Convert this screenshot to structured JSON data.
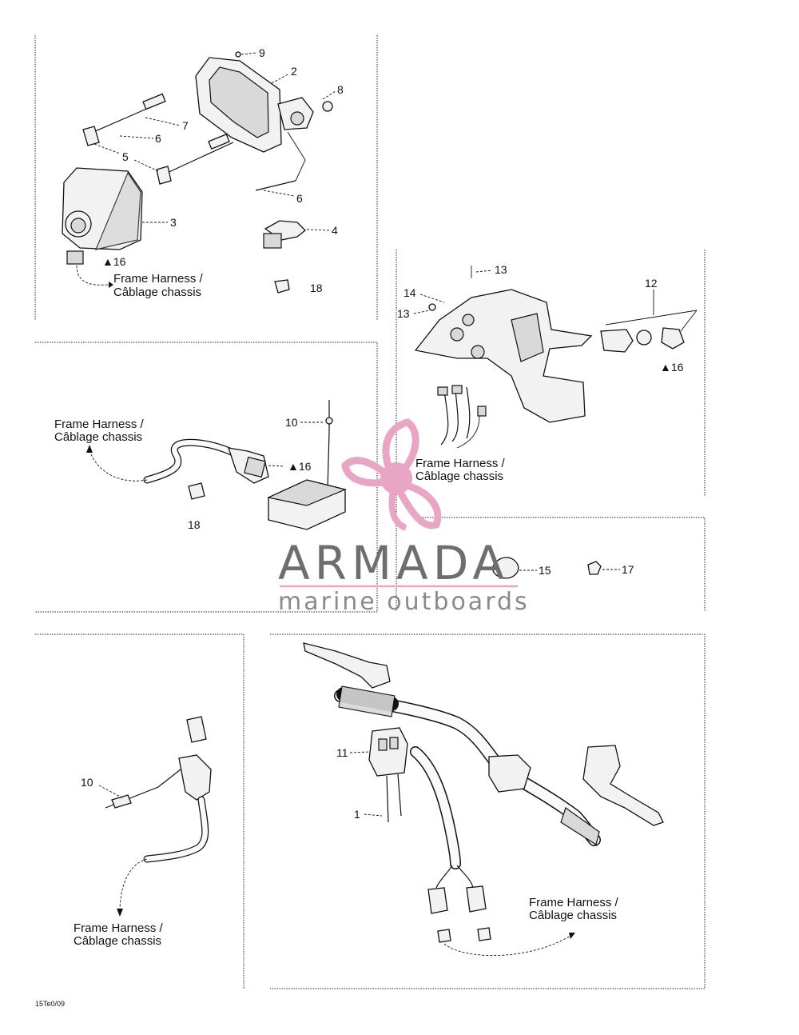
{
  "labels": {
    "harness_en": "Frame Harness /",
    "harness_fr": "Câblage chassis"
  },
  "callouts": {
    "p1": "1",
    "p2": "2",
    "p3": "3",
    "p4": "4",
    "p5": "5",
    "p6": "6",
    "p7": "7",
    "p8": "8",
    "p9": "9",
    "p10": "10",
    "p11": "11",
    "p12": "12",
    "p13": "13",
    "p14": "14",
    "p15": "15",
    "p16": "16",
    "p17": "17",
    "p18": "18"
  },
  "drawing_code": "15Te0/09",
  "watermark": {
    "brand": "ARMADA",
    "tagline": "marine outboards",
    "brand_color": "#6e6e6e",
    "logo_color": "#e9a6c4"
  }
}
